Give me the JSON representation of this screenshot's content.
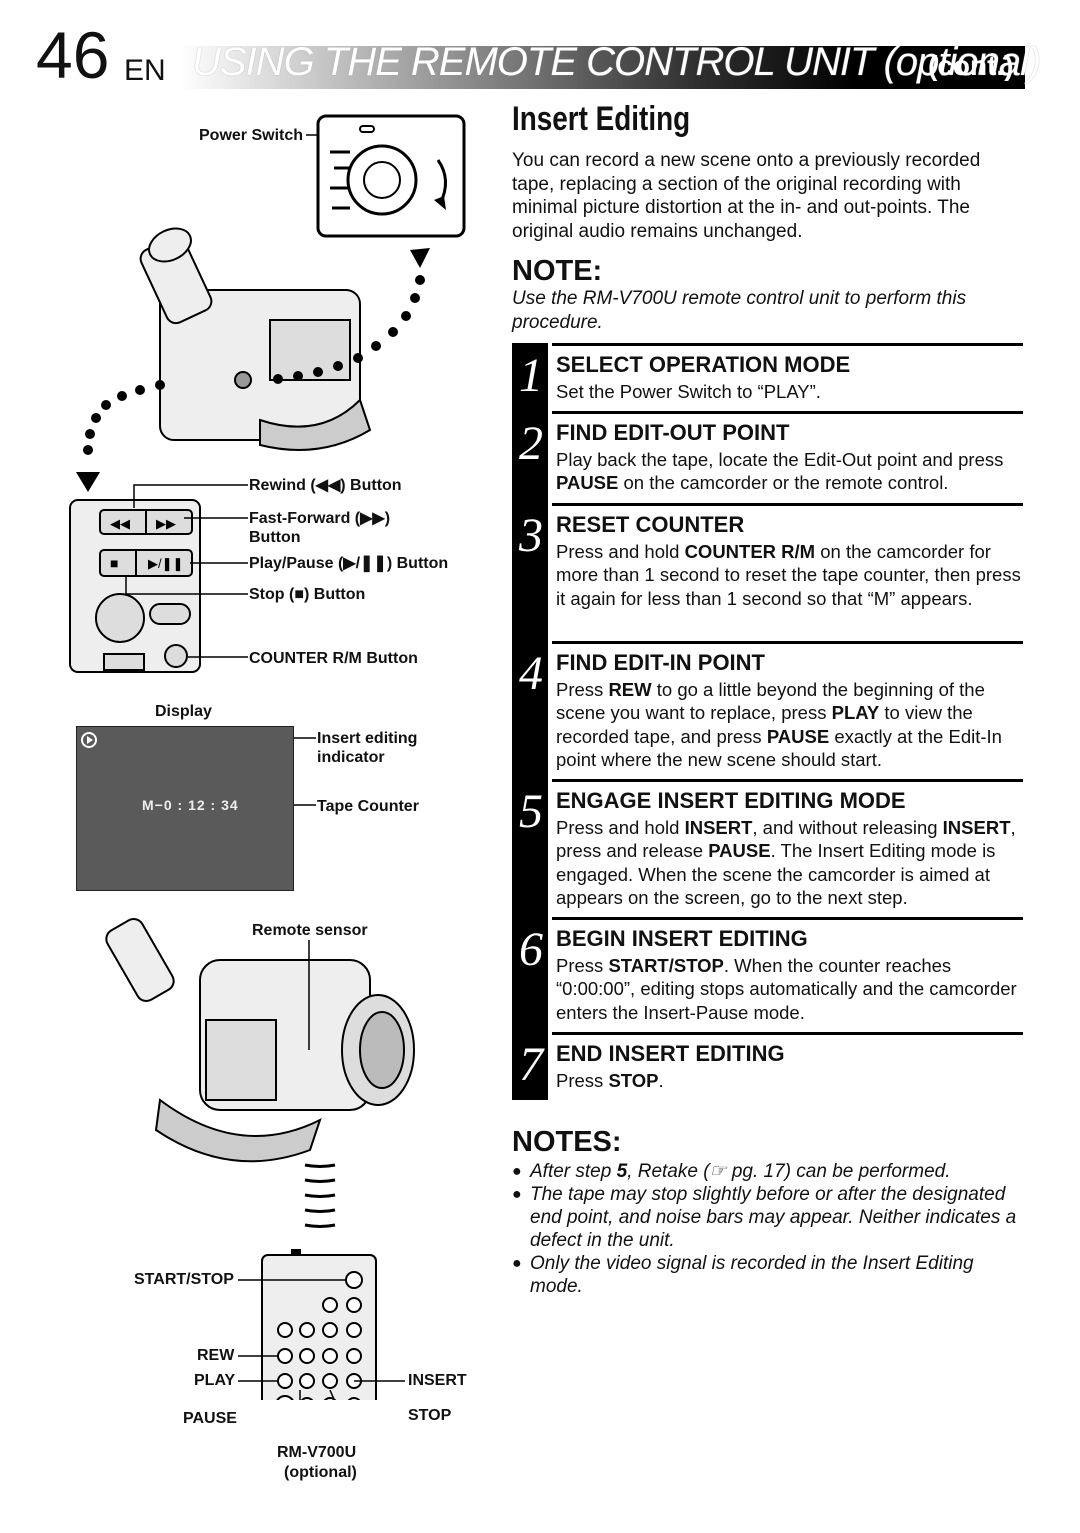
{
  "header": {
    "page_number": "46",
    "lang": "EN",
    "title": "USING THE REMOTE CONTROL UNIT (optional)",
    "cont": "(cont.)"
  },
  "left": {
    "power_switch": "Power Switch",
    "rewind": "Rewind (◀◀) Button",
    "ff1": "Fast-Forward (▶▶)",
    "ff2": "Button",
    "playpause": "Play/Pause (▶/❚❚) Button",
    "stop": "Stop (■) Button",
    "counter_btn": "COUNTER R/M Button",
    "display": "Display",
    "insert_ind1": "Insert editing",
    "insert_ind2": "indicator",
    "tape_counter_value": "M−0 : 12 : 34",
    "tape_counter": "Tape Counter",
    "remote_sensor": "Remote sensor",
    "start_stop": "START/STOP",
    "rew": "REW",
    "play": "PLAY",
    "pause": "PAUSE",
    "insert": "INSERT",
    "stop_r": "STOP",
    "model": "RM-V700U",
    "optional": "(optional)"
  },
  "right": {
    "section_title": "Insert Editing",
    "intro": "You can record a new scene onto a previously recorded tape, replacing a section of the original recording with minimal picture distortion at the in- and out-points. The original audio remains unchanged.",
    "note_head": "NOTE:",
    "note_text": "Use the RM-V700U remote control unit to perform this procedure.",
    "steps": [
      {
        "num": "1",
        "title": "SELECT OPERATION MODE"
      },
      {
        "num": "2",
        "title": "FIND EDIT-OUT POINT"
      },
      {
        "num": "3",
        "title": "RESET COUNTER"
      },
      {
        "num": "4",
        "title": "FIND EDIT-IN POINT"
      },
      {
        "num": "5",
        "title": "ENGAGE INSERT EDITING MODE"
      },
      {
        "num": "6",
        "title": "BEGIN INSERT EDITING"
      },
      {
        "num": "7",
        "title": "END INSERT EDITING"
      }
    ],
    "step_text": {
      "s1": "Set the Power Switch to “PLAY”.",
      "s2a": "Play back the tape, locate the Edit-Out point and press ",
      "s2b": "PAUSE",
      "s2c": " on the camcorder or the remote control.",
      "s3a": "Press and hold ",
      "s3b": "COUNTER R/M",
      "s3c": " on the camcorder for more than 1 second to reset the tape counter, then press it again for less than 1 second so that “M” appears.",
      "s4a": "Press ",
      "s4b": "REW",
      "s4c": " to go a little beyond the beginning of the scene you want to replace, press ",
      "s4d": "PLAY",
      "s4e": " to view the recorded tape, and press ",
      "s4f": "PAUSE",
      "s4g": " exactly at the Edit-In point where the new scene should start.",
      "s5a": "Press and hold ",
      "s5b": "INSERT",
      "s5c": ", and without releasing ",
      "s5d": "INSERT",
      "s5e": ", press and release ",
      "s5f": "PAUSE",
      "s5g": ". The Insert Editing mode is engaged. When the scene the camcorder is aimed at appears on the screen, go to the next step.",
      "s6a": "Press ",
      "s6b": "START/STOP",
      "s6c": ". When the counter reaches “0:00:00”, editing stops automatically and the camcorder enters the Insert-Pause mode.",
      "s7a": "Press ",
      "s7b": "STOP",
      "s7c": "."
    },
    "notes_head": "NOTES:",
    "notes": {
      "n1a": "After step ",
      "n1b": "5",
      "n1c": ", Retake (☞ pg. 17) can be performed.",
      "n2": "The tape may stop slightly before or after the designated end point, and noise bars may appear. Neither indicates a defect in the unit.",
      "n3": "Only the video signal is recorded in the Insert Editing mode."
    },
    "bullet": "●"
  }
}
